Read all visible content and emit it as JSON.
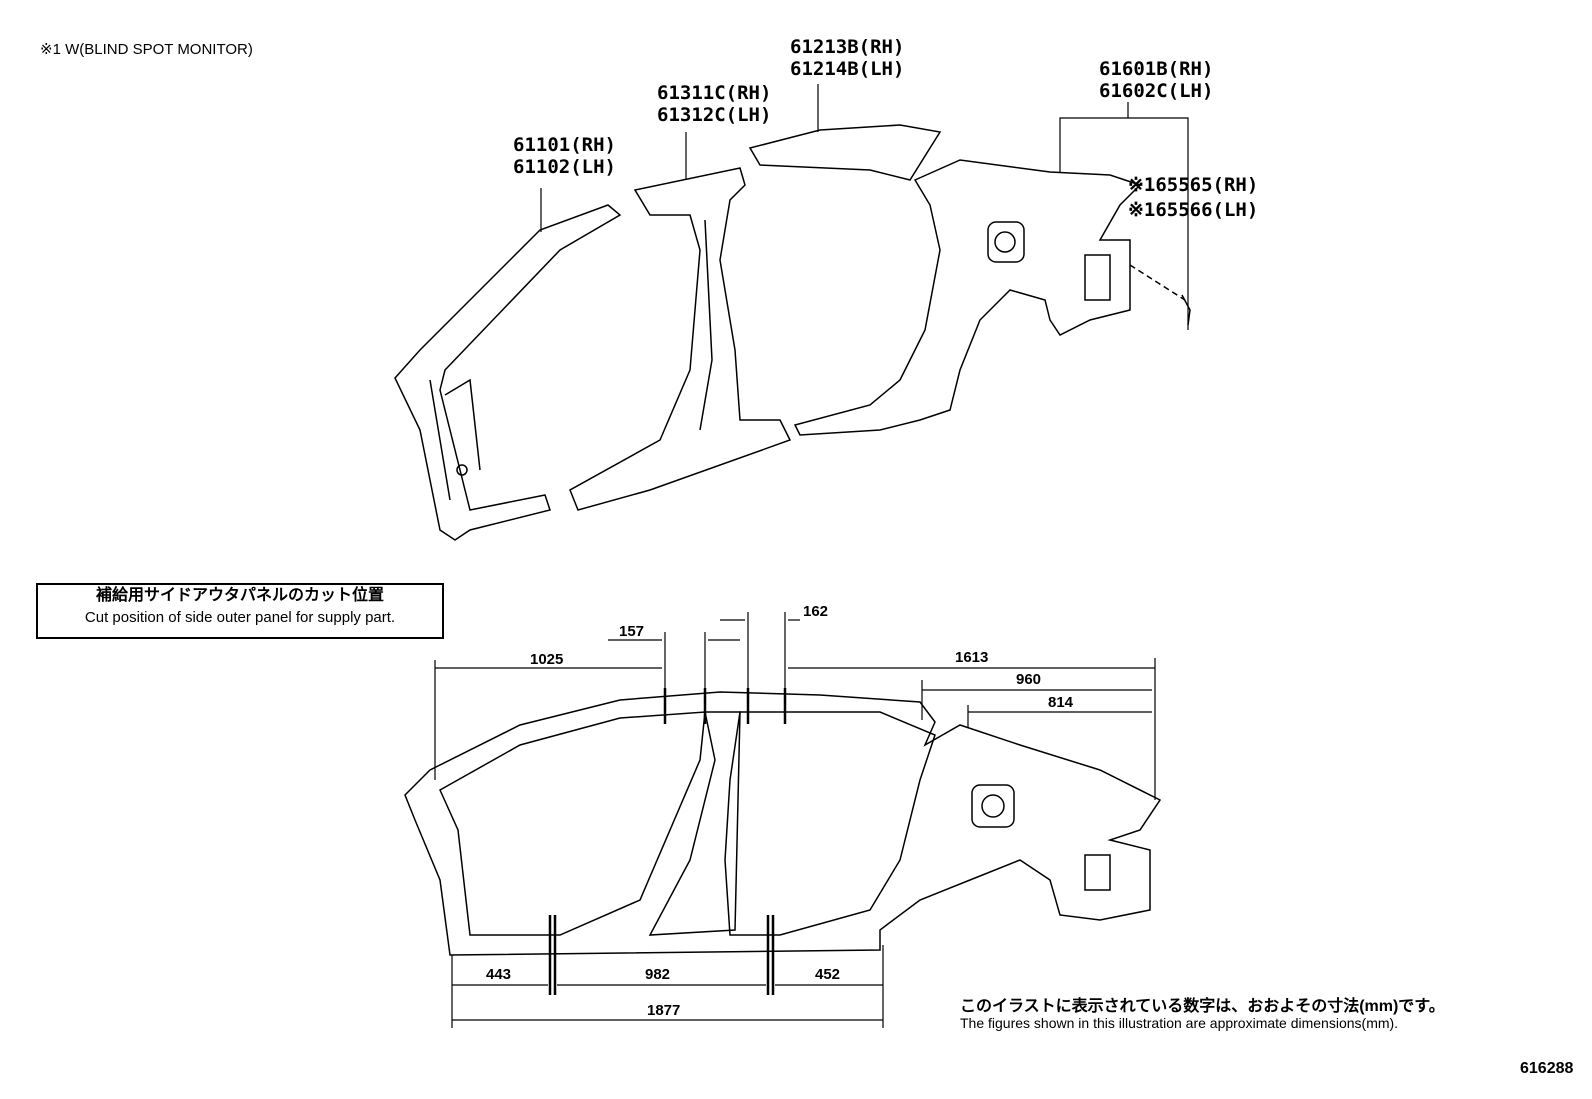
{
  "note_monitor": "※1 W(BLIND SPOT MONITOR)",
  "parts": [
    {
      "rh": "61101(RH)",
      "lh": "61102(LH)"
    },
    {
      "rh": "61311C(RH)",
      "lh": "61312C(LH)"
    },
    {
      "rh": "61213B(RH)",
      "lh": "61214B(LH)"
    },
    {
      "rh": "61601B(RH)",
      "lh": "61602C(LH)"
    },
    {
      "rh": "※165565(RH)",
      "lh": "※165566(LH)"
    }
  ],
  "cut_box": {
    "title_jp": "補給用サイドアウタパネルのカット位置",
    "title_en": "Cut position of side outer panel for supply part."
  },
  "dimensions": {
    "top": [
      "1025",
      "157",
      "162",
      "1613",
      "960",
      "814"
    ],
    "bottom": [
      "443",
      "982",
      "452",
      "1877"
    ]
  },
  "footnote": {
    "jp": "このイラストに表示されている数字は、おおよその寸法(mm)です。",
    "en": "The figures shown in this illustration are approximate dimensions(mm)."
  },
  "diagram_id": "616288"
}
